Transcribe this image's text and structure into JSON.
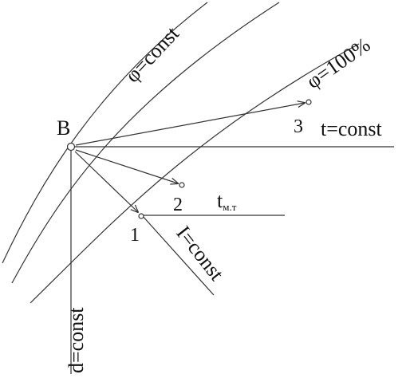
{
  "labels": {
    "point_b": "B",
    "phi_const": "φ=const",
    "phi_100": "φ=100%",
    "t_const": "t=const",
    "t_mt_main": "t",
    "t_mt_sub": "м.т",
    "i_const": "I=const",
    "d_const": "d=const",
    "point_1": "1",
    "point_2": "2",
    "point_3": "3"
  },
  "colors": {
    "stroke": "#333333",
    "text": "#111111",
    "background": "#ffffff"
  }
}
